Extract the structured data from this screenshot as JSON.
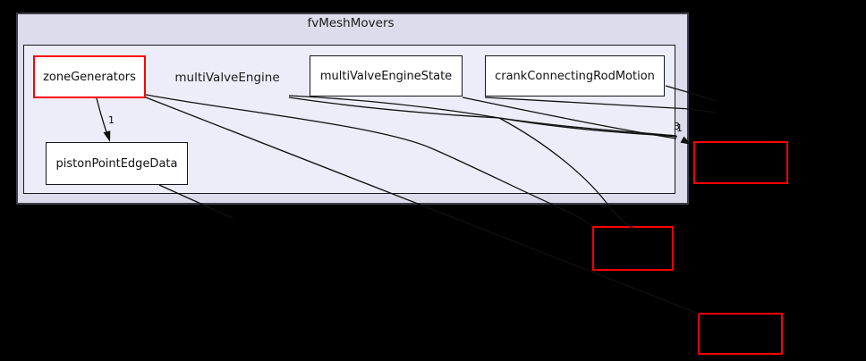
{
  "diagram": {
    "outer_cluster_label": "fvMeshMovers",
    "inner_cluster_label": "multiValveEngine",
    "nodes": {
      "zone_generators": "zoneGenerators",
      "multi_valve_engine_state": "multiValveEngineState",
      "crank_connecting_rod_motion": "crankConnectingRodMotion",
      "piston_point_edge_data": "pistonPointEdgeData"
    },
    "edge_labels": {
      "zone_to_piston": "1",
      "merged_dependency_count": "3",
      "merged_dependency_overlap": "1"
    },
    "colors": {
      "background": "#000000",
      "outer_cluster_fill": "#dcdcec",
      "inner_cluster_fill": "#ededf9",
      "node_fill": "#ffffff",
      "node_border": "#16161e",
      "highlight_border": "#fe0000",
      "edge": "#101010"
    }
  }
}
